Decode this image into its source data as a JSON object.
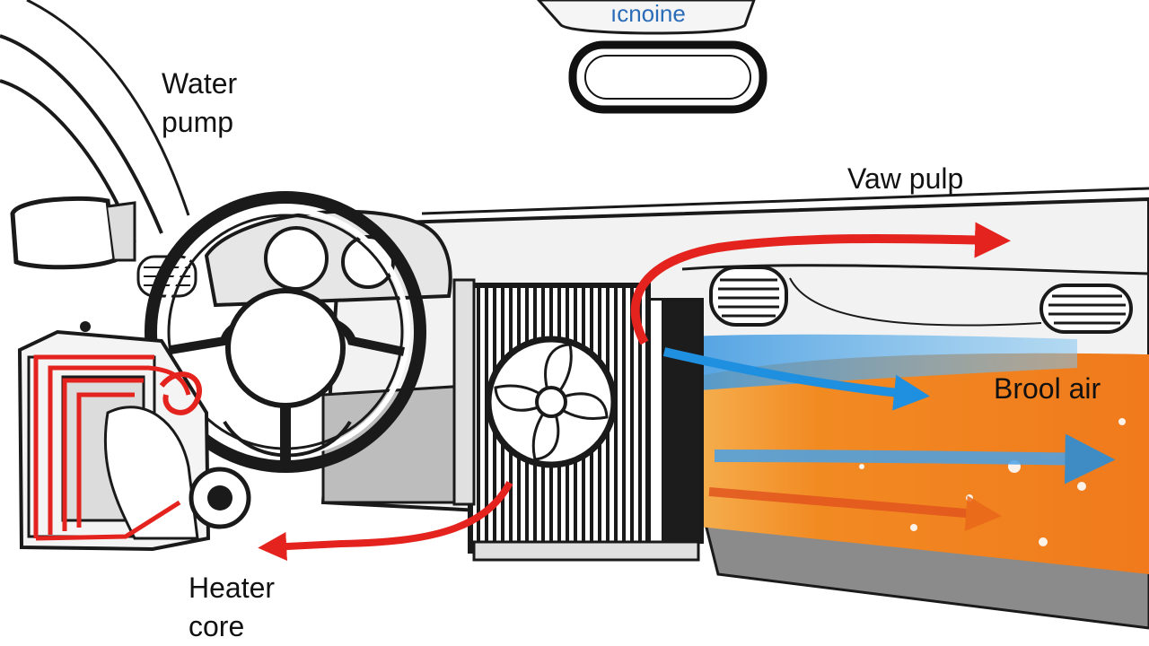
{
  "labels": {
    "water_pump": [
      "Water",
      "pump"
    ],
    "vaw_pulp": "Vaw pulp",
    "brool_air": "Brool air",
    "heater_core": [
      "Heater",
      "core"
    ],
    "mirror_text": "ıcnoine"
  },
  "colors": {
    "hot_air": "#f07a1c",
    "cool_air": "#3aa0e6",
    "coolant_flow": "#e5231e",
    "outline": "#1a1a1a",
    "interior": "#c9c9c9"
  },
  "icons": [
    "blower-fan-icon",
    "air-vent-icon",
    "flow-arrow-icon"
  ]
}
